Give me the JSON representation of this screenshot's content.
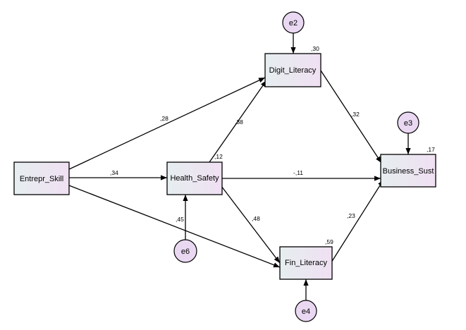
{
  "colors": {
    "box_fill_start": "#e6eef0",
    "box_fill_end": "#f0e0f2",
    "circle_fill": "#ead8f2",
    "stroke": "#000000"
  },
  "variables": {
    "entrepr_skill": "Entrepr_Skill",
    "health_safety": "Health_Safety",
    "digit_literacy": "Digit_Literacy",
    "fin_literacy": "Fin_Literacy",
    "business_sust": "Business_Sust"
  },
  "errors": {
    "e2": "e2",
    "e3": "e3",
    "e4": "e4",
    "e6": "e6"
  },
  "r_squared": {
    "health_safety": ",12",
    "digit_literacy": ",30",
    "fin_literacy": ",59",
    "business_sust": ",17"
  },
  "paths": {
    "entrepr_to_digit": ",28",
    "entrepr_to_health": ",34",
    "entrepr_to_fin": ",45",
    "health_to_digit": ",38",
    "health_to_fin": ",48",
    "health_to_business": "-,11",
    "digit_to_business": ",32",
    "fin_to_business": ",23"
  }
}
